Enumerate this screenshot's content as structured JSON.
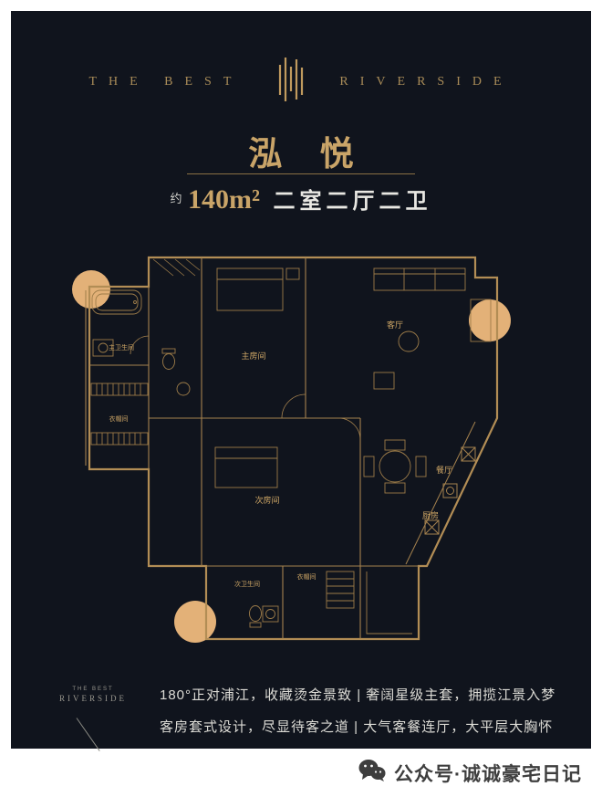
{
  "header": {
    "brand_left": "THE BEST",
    "brand_right": "RIVERSIDE"
  },
  "title": "泓 悦",
  "spec": {
    "approx": "约",
    "area": "140m²",
    "layout": "二室二厅二卫"
  },
  "floorplan": {
    "rooms": {
      "master": "主房间",
      "second": "次房间",
      "living": "客厅",
      "dining": "餐厅",
      "kitchen": "厨房",
      "master_bath": "主卫生间",
      "closet": "衣帽间",
      "second_bath": "次卫生间",
      "closet2": "衣帽间"
    }
  },
  "description": {
    "line1": "180°正对浦江，收藏烫金景致 | 奢阔星级主套，拥揽江景入梦",
    "line2": "客房套式设计，尽显待客之道 | 大气客餐连厅，大平层大胸怀"
  },
  "side_logo": {
    "line1": "THE BEST",
    "line2": "RIVERSIDE"
  },
  "footer": {
    "wechat_label": "公众号·诚诚豪宅日记"
  },
  "colors": {
    "background": "#10141d",
    "gold": "#c9a468",
    "bright_gold": "#e3b178",
    "text": "#e6e5e1"
  }
}
